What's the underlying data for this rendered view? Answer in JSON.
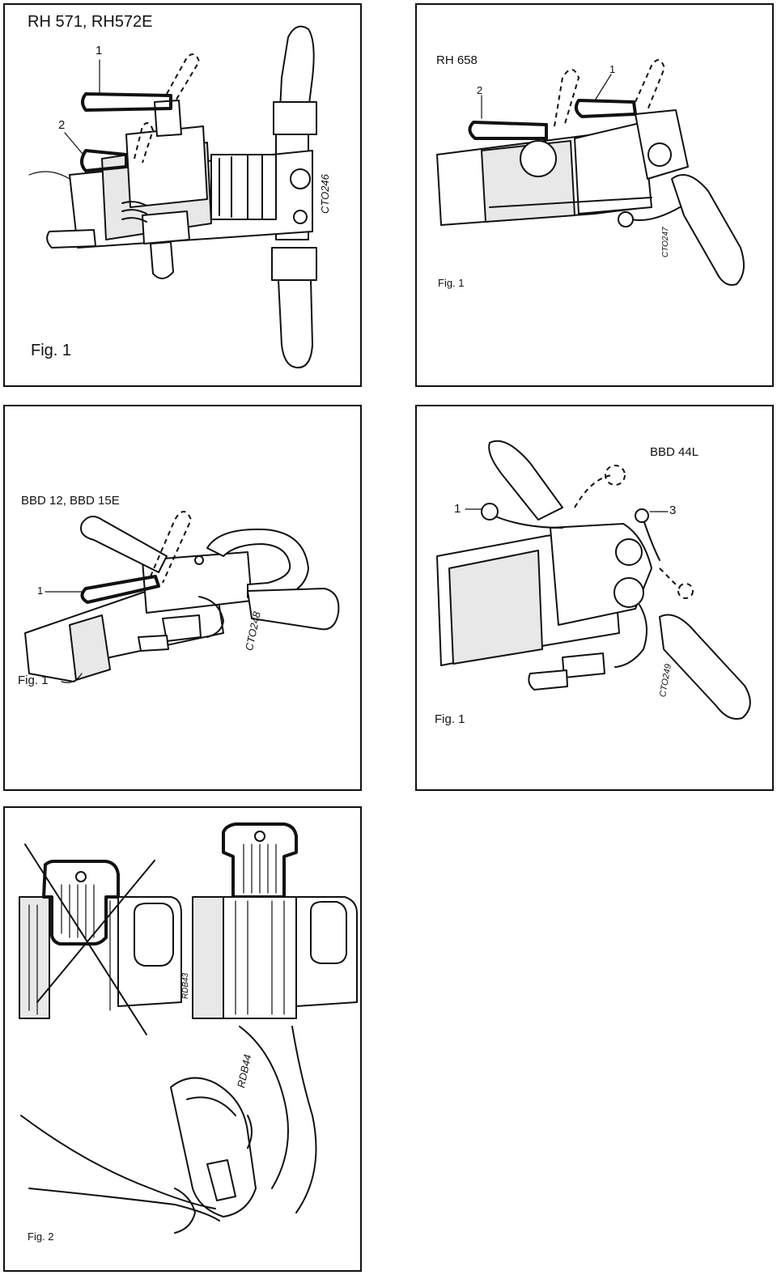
{
  "panels": {
    "p1": {
      "title": "RH 571, RH572E",
      "callouts": [
        "1",
        "2"
      ],
      "code": "CTO246",
      "fig": "Fig. 1"
    },
    "p2": {
      "title": "RH 658",
      "callouts": [
        "1",
        "2"
      ],
      "code": "CTO247",
      "fig": "Fig. 1"
    },
    "p3": {
      "title": "BBD 12, BBD 15E",
      "callouts": [
        "1"
      ],
      "code": "CTO248",
      "fig": "Fig. 1"
    },
    "p4": {
      "title": "BBD 44L",
      "callouts": [
        "1",
        "3"
      ],
      "code": "CTO249",
      "fig": "Fig. 1"
    },
    "p5": {
      "codes": [
        "RDB43",
        "RDB44"
      ],
      "fig": "Fig. 2"
    }
  }
}
